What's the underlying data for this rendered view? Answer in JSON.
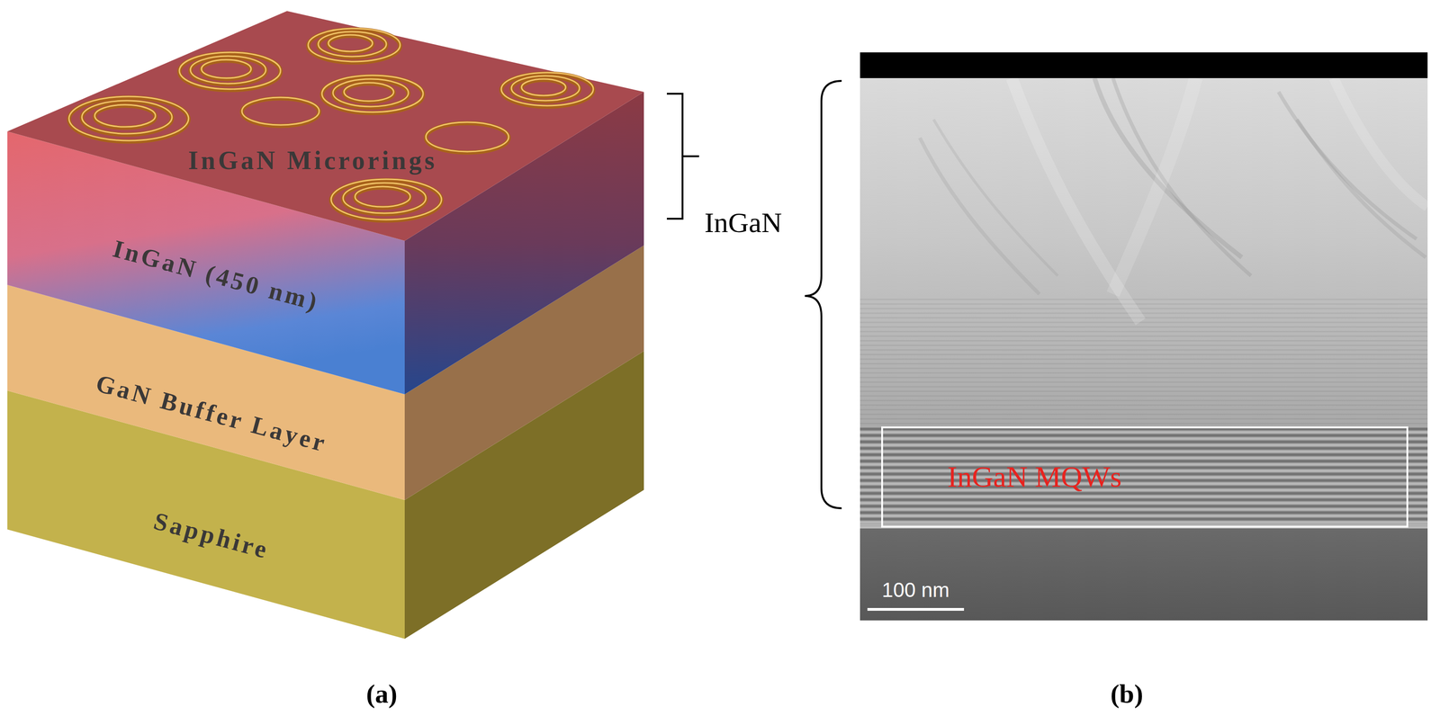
{
  "diagram": {
    "nodes": [
      {
        "text": [
          "InGaN Microrings",
          "InGaN (450 nm)"
        ]
      },
      {
        "text": [
          "GaN Buffer Layer"
        ]
      },
      {
        "text": [
          "Sapphire"
        ]
      },
      {
        "text": [
          "InGaN MQWs"
        ]
      }
    ],
    "labels": [
      "InGaN",
      "100 nm",
      "(a)",
      "(b)"
    ]
  }
}
